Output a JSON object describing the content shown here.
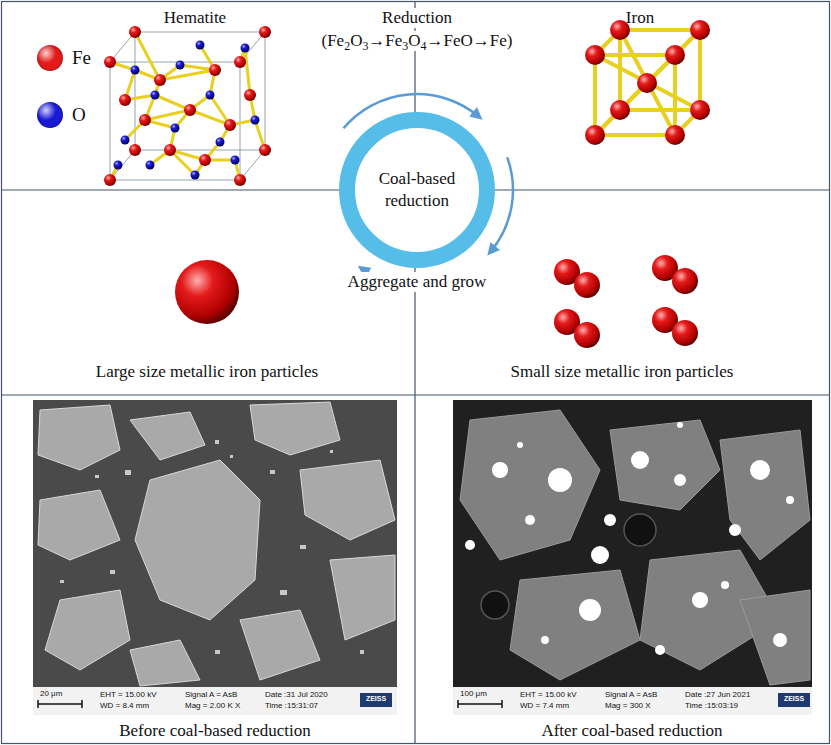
{
  "diagram": {
    "nodes": [
      {
        "text": [
          "Coal-based reduction"
        ]
      }
    ],
    "labels": [
      "Hematite",
      "Reduction",
      "(Fe2O3→Fe3O4→FeO→Fe)",
      "Iron",
      "Aggregate and grow",
      "Large size metallic iron particles",
      "Small size metallic iron particles",
      "20 μm",
      "EHT = 15.00 kV",
      "WD = 8.4 mm",
      "Signal A = AsB",
      "Mag = 2.00 K X",
      "Date :31 Jul 2020",
      "Time :15:31:07",
      "ZEISS",
      "100 μm",
      "EHT = 15.00 kV",
      "WD = 7.4 mm",
      "Signal A = AsB",
      "Mag = 300 X",
      "Date :27 Jun 2021",
      "Time :15:03:19",
      "ZEISS",
      "Before coal-based reduction",
      "After coal-based reduction"
    ],
    "legend": [
      {
        "text": "Fe",
        "color": "#e41a1a"
      },
      {
        "text": "O",
        "color": "#1a1ad6"
      }
    ]
  }
}
